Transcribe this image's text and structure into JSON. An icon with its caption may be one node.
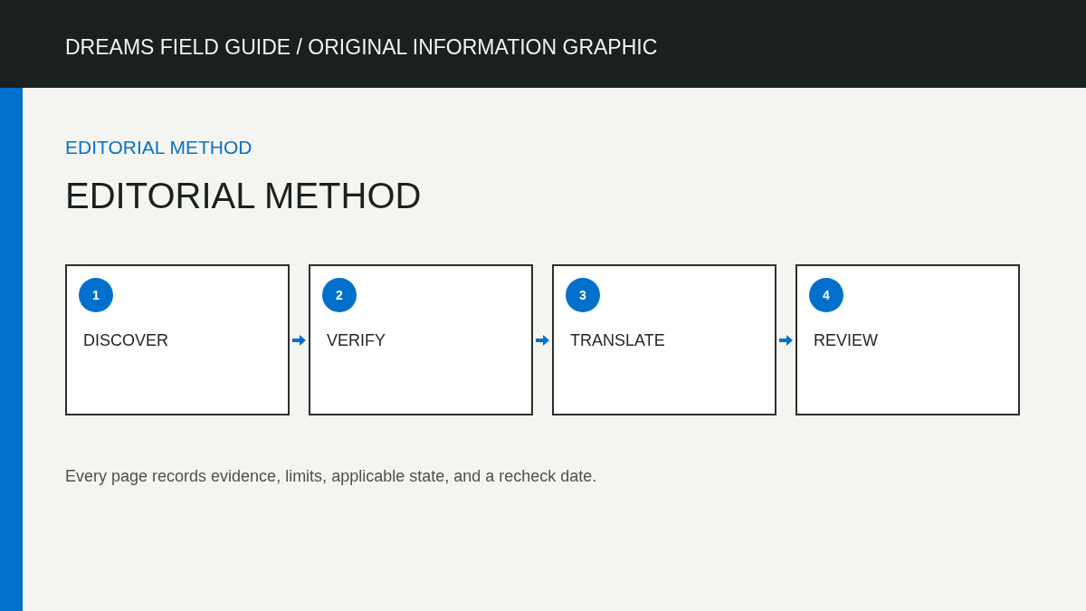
{
  "diagram": {
    "title": "EDITORIAL METHOD",
    "caption": "Every page records evidence, limits, applicable state, and a recheck date.",
    "nodes": [
      {
        "text": [
          "DISCOVER"
        ]
      },
      {
        "text": [
          "1"
        ],
        "in": 0
      },
      {
        "text": [
          "VERIFY"
        ]
      },
      {
        "text": [
          "2"
        ],
        "in": 2
      },
      {
        "text": [
          "TRANSLATE"
        ]
      },
      {
        "text": [
          "3"
        ],
        "in": 4
      },
      {
        "text": [
          "REVIEW"
        ]
      },
      {
        "text": [
          "4"
        ],
        "in": 6
      }
    ],
    "edges": [
      {
        "from": 0,
        "to": 2,
        "arrow": "to"
      },
      {
        "from": 2,
        "to": 4,
        "arrow": "to"
      },
      {
        "from": 4,
        "to": 6,
        "arrow": "to"
      }
    ],
    "labels": [
      "DREAMS FIELD GUIDE / ORIGINAL INFORMATION GRAPHIC",
      "EDITORIAL METHOD"
    ]
  }
}
